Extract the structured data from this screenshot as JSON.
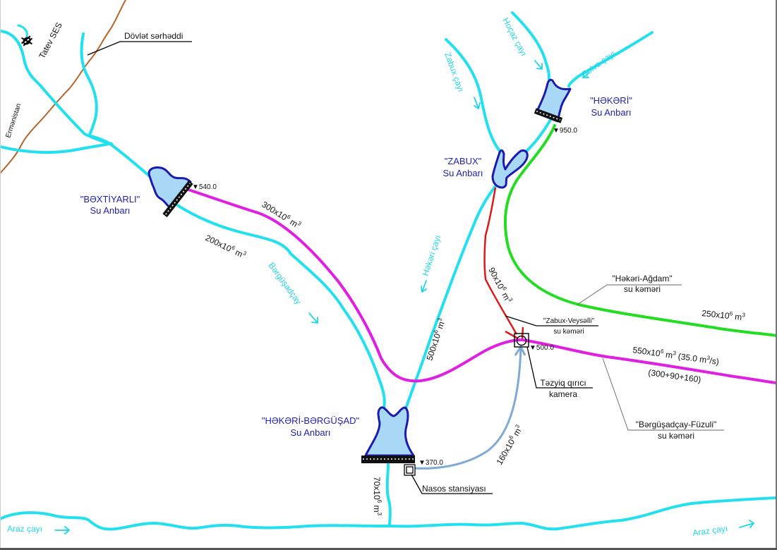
{
  "map": {
    "border": {
      "label": "Dövlət sərhəddi"
    },
    "country_label": "Ermənistan",
    "power_plant": {
      "label": "Tatev SES",
      "icon": "hydro-power-plant-icon"
    },
    "reservoirs": [
      {
        "id": "bextiyarli",
        "name": "\"BƏXTİYARLI\"",
        "type": "Su Anbarı",
        "elevation": "▼540.0"
      },
      {
        "id": "hekeri",
        "name": "\"HƏKƏRİ\"",
        "type": "Su Anbarı",
        "elevation": "▼950.0"
      },
      {
        "id": "zabux",
        "name": "\"ZABUX\"",
        "type": "Su Anbarı"
      },
      {
        "id": "hekeri-bergushad",
        "name": "\"HƏKƏRİ-BƏRGÜŞAD\"",
        "type": "Su Anbarı",
        "elevation": "▼370.0"
      }
    ],
    "rivers": [
      {
        "id": "hocaz",
        "label": "Hoçaz çayı"
      },
      {
        "id": "shelve",
        "label": "Şəlvə çayı"
      },
      {
        "id": "zabux",
        "label": "Zabux çayı"
      },
      {
        "id": "hekeri",
        "label": "Həkəri çayı"
      },
      {
        "id": "bergushad",
        "label": "Bərgüşadçay"
      },
      {
        "id": "araz_left",
        "label": "Araz çayı"
      },
      {
        "id": "araz_right",
        "label": "Araz çayı"
      }
    ],
    "pipelines": [
      {
        "id": "hekeri-agdam",
        "name": "\"Həkəri-Ağdam\"",
        "type": "su kəməri",
        "volume_base": "250x10",
        "exp": "6",
        "unit": " m",
        "unit_exp": "3",
        "color": "#22dd22"
      },
      {
        "id": "zabux-veyselli",
        "name": "\"Zabux-Veysəlli\"",
        "type": "su kəməri",
        "volume_base": "90x10",
        "exp": "6",
        "unit": " m",
        "unit_exp": "3",
        "color": "#dd1a1a"
      },
      {
        "id": "bergushadcay-fuzuli",
        "name": "\"Bərgüşadçay-Füzuli\"",
        "type": "su kəməri",
        "volume_base": "550x10",
        "exp": "6",
        "unit": " m",
        "unit_exp": "3",
        "flow": " (35.0 m",
        "flow_exp": "3",
        "flow_tail": "/s)",
        "breakdown": "(300+90+160)",
        "color": "#e020e0"
      }
    ],
    "flows": [
      {
        "id": "bextiyarli-pipe",
        "base": "300x10",
        "exp": "6",
        "unit": " m",
        "unit_exp": "3"
      },
      {
        "id": "bextiyarli-river",
        "base": "200x10",
        "exp": "6",
        "unit": " m",
        "unit_exp": "3"
      },
      {
        "id": "hekeri-river",
        "base": "500x10",
        "exp": "6",
        "unit": " m",
        "unit_exp": "3"
      },
      {
        "id": "pump-pipe",
        "base": "160x10",
        "exp": "6",
        "unit": " m",
        "unit_exp": "3"
      },
      {
        "id": "downstream",
        "base": "70x10",
        "exp": "6",
        "unit": " m",
        "unit_exp": "3"
      }
    ],
    "structures": [
      {
        "id": "pressure-chamber",
        "label_1": "Təzyiq qırıcı",
        "label_2": "kamera",
        "elevation": "▼500.0"
      },
      {
        "id": "pump-station",
        "label": "Nasos stansiyası"
      }
    ],
    "colors": {
      "river": "#22e0ee",
      "border": "#b5652a",
      "reservoir_fill": "#a8d8f5",
      "reservoir_outline": "#1b1bb0",
      "pipe_magenta": "#e020e0",
      "pipe_green": "#22dd22",
      "pipe_red": "#dd1a1a",
      "pipe_blue": "#7faad6"
    }
  }
}
